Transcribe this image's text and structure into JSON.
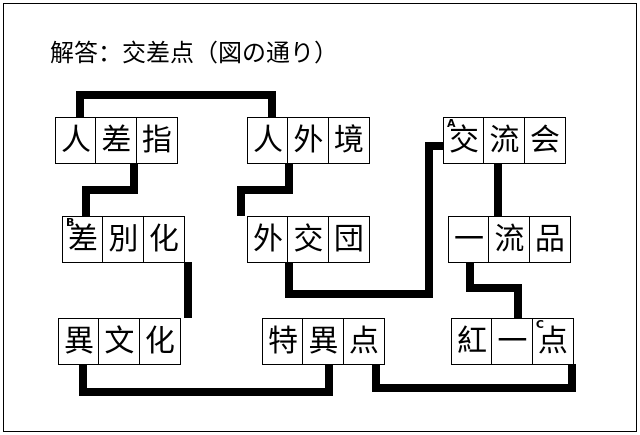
{
  "page": {
    "title_text": "解答：交差点（図の通り）",
    "border_color": "#000000",
    "background_color": "#ffffff",
    "line_color": "#000000"
  },
  "words": [
    {
      "id": "word-hitosashiyubi",
      "text": "人差指",
      "chars": [
        {
          "ch": "人",
          "sup": ""
        },
        {
          "ch": "差",
          "sup": ""
        },
        {
          "ch": "指",
          "sup": ""
        }
      ]
    },
    {
      "id": "word-jingaikyou",
      "text": "人外境",
      "chars": [
        {
          "ch": "人",
          "sup": ""
        },
        {
          "ch": "外",
          "sup": ""
        },
        {
          "ch": "境",
          "sup": ""
        }
      ]
    },
    {
      "id": "word-kouryuukai",
      "text": "交流会",
      "chars": [
        {
          "ch": "交",
          "sup": "A"
        },
        {
          "ch": "流",
          "sup": ""
        },
        {
          "ch": "会",
          "sup": ""
        }
      ]
    },
    {
      "id": "word-sabetsuka",
      "text": "差別化",
      "chars": [
        {
          "ch": "差",
          "sup": "B"
        },
        {
          "ch": "別",
          "sup": ""
        },
        {
          "ch": "化",
          "sup": ""
        }
      ]
    },
    {
      "id": "word-gaikoudan",
      "text": "外交団",
      "chars": [
        {
          "ch": "外",
          "sup": ""
        },
        {
          "ch": "交",
          "sup": ""
        },
        {
          "ch": "団",
          "sup": ""
        }
      ]
    },
    {
      "id": "word-ichiryuuhin",
      "text": "一流品",
      "chars": [
        {
          "ch": "一",
          "sup": ""
        },
        {
          "ch": "流",
          "sup": ""
        },
        {
          "ch": "品",
          "sup": ""
        }
      ]
    },
    {
      "id": "word-ibunka",
      "text": "異文化",
      "chars": [
        {
          "ch": "異",
          "sup": ""
        },
        {
          "ch": "文",
          "sup": ""
        },
        {
          "ch": "化",
          "sup": ""
        }
      ]
    },
    {
      "id": "word-tokuiten",
      "text": "特異点",
      "chars": [
        {
          "ch": "特",
          "sup": ""
        },
        {
          "ch": "異",
          "sup": ""
        },
        {
          "ch": "点",
          "sup": ""
        }
      ]
    },
    {
      "id": "word-kouitten",
      "text": "紅一点",
      "chars": [
        {
          "ch": "紅",
          "sup": ""
        },
        {
          "ch": "一",
          "sup": ""
        },
        {
          "ch": "点",
          "sup": "C"
        }
      ]
    }
  ],
  "connections": [
    {
      "name": "link-hito-hito",
      "from": "人差指:人",
      "to": "人外境:人"
    },
    {
      "name": "link-sa-sa",
      "from": "人差指:差",
      "to": "差別化:差"
    },
    {
      "name": "link-gai-gai",
      "from": "人外境:外",
      "to": "外交団:外"
    },
    {
      "name": "link-ka-ka",
      "from": "差別化:化",
      "to": "異文化:化"
    },
    {
      "name": "link-kou-kou",
      "from": "外交団:交",
      "to": "交流会:交"
    },
    {
      "name": "link-ryuu-ryuu",
      "from": "交流会:流",
      "to": "一流品:流"
    },
    {
      "name": "link-ichi-ichi",
      "from": "一流品:一",
      "to": "紅一点:一"
    },
    {
      "name": "link-i-i",
      "from": "異文化:異",
      "to": "特異点:異"
    },
    {
      "name": "link-ten-ten",
      "from": "特異点:点",
      "to": "紅一点:点"
    }
  ]
}
